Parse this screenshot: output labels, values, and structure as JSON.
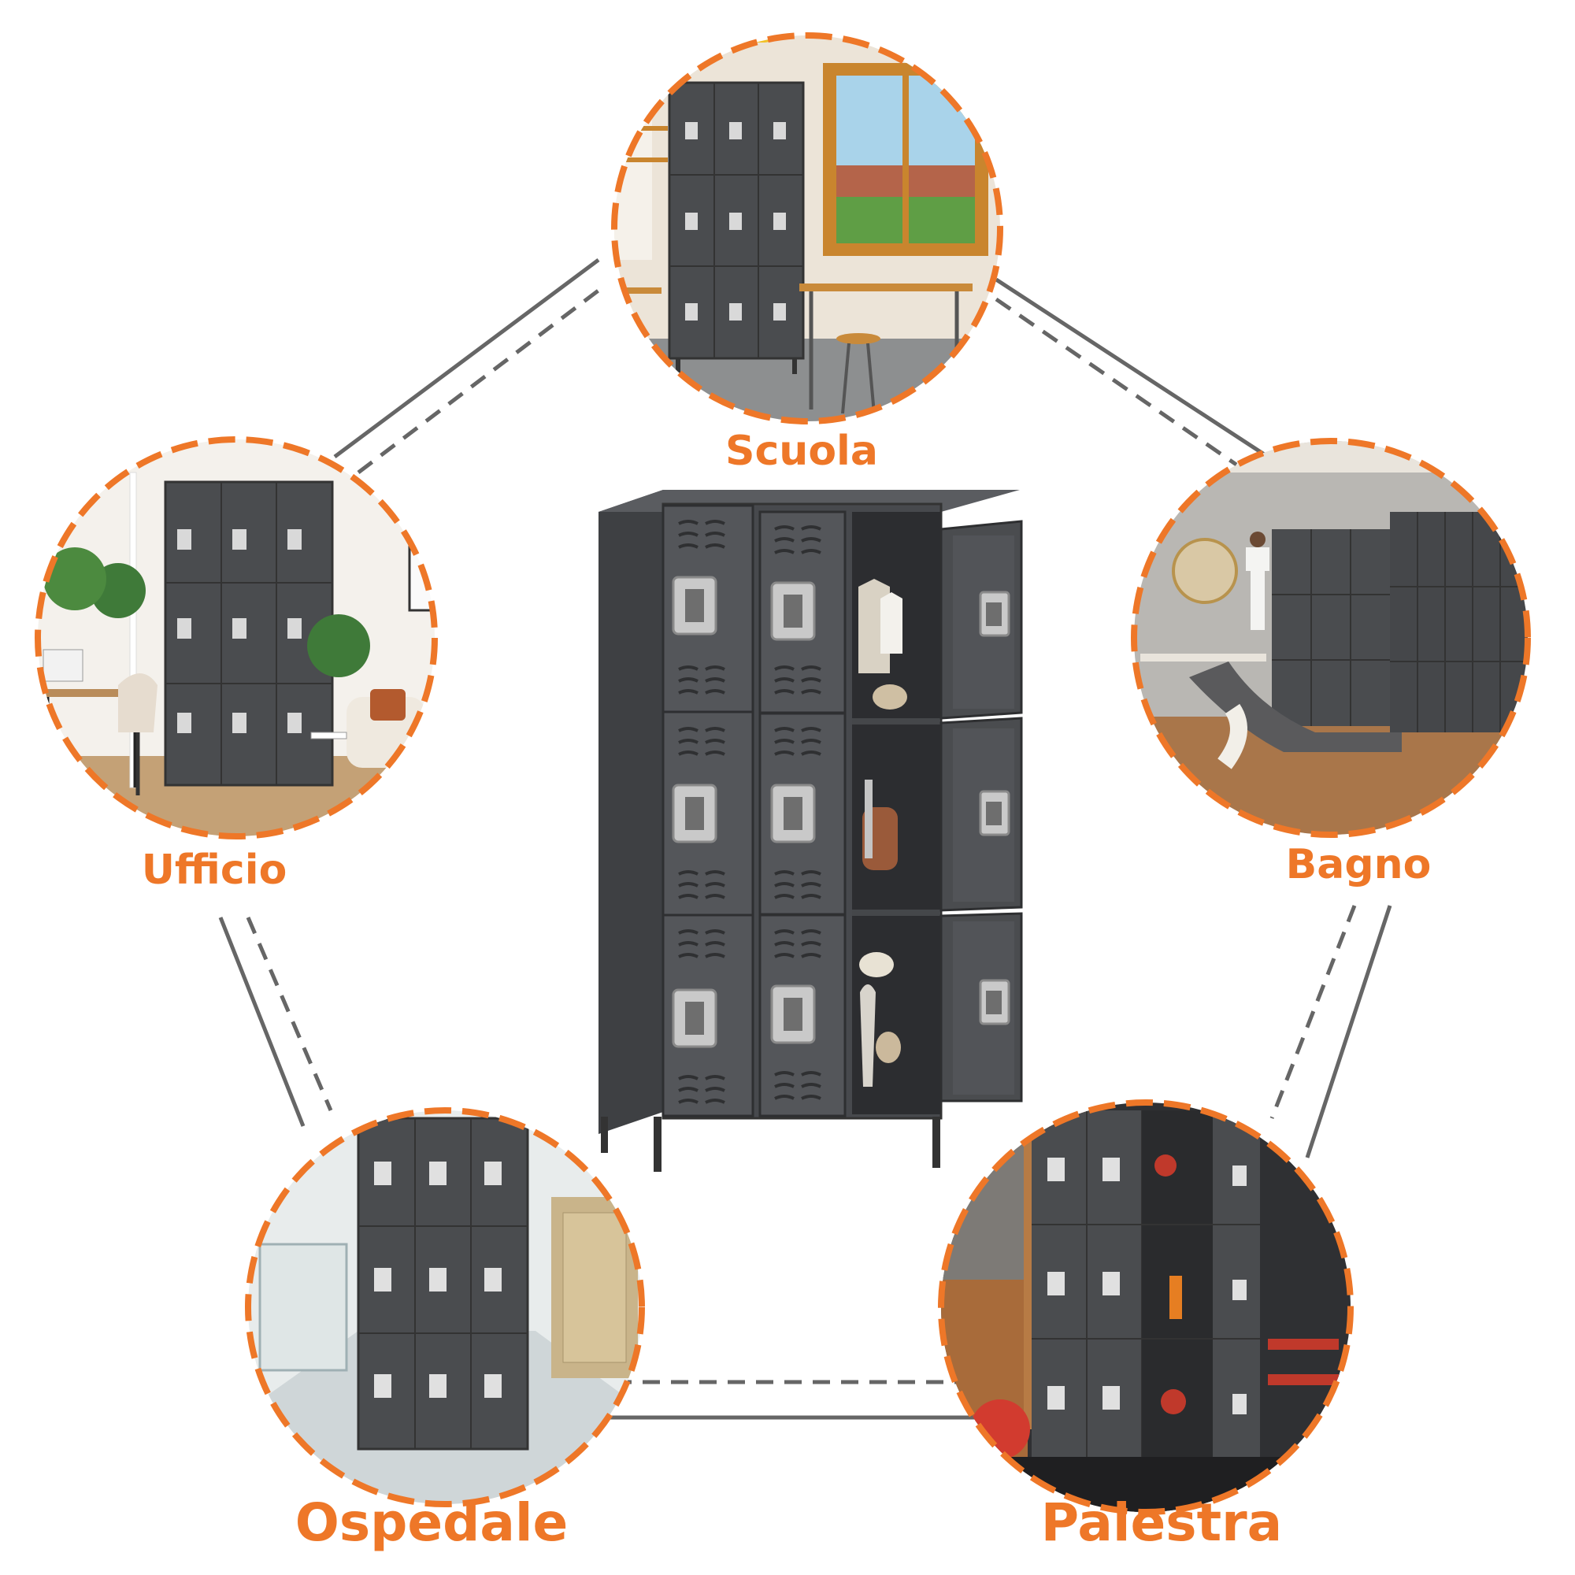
{
  "accent_color": "#ee7728",
  "connector_color": "#666666",
  "central_product": {
    "name": "locker-cabinet",
    "color": "#4e5053",
    "columns": 3,
    "rows": 3,
    "open_doors": 3
  },
  "scenes": [
    {
      "id": "scuola",
      "label": "Scuola",
      "setting": "classroom"
    },
    {
      "id": "ufficio",
      "label": "Ufficio",
      "setting": "office"
    },
    {
      "id": "bagno",
      "label": "Bagno",
      "setting": "spa-bathroom"
    },
    {
      "id": "ospedale",
      "label": "Ospedale",
      "setting": "hospital-corridor"
    },
    {
      "id": "palestra",
      "label": "Palestra",
      "setting": "gym"
    }
  ]
}
